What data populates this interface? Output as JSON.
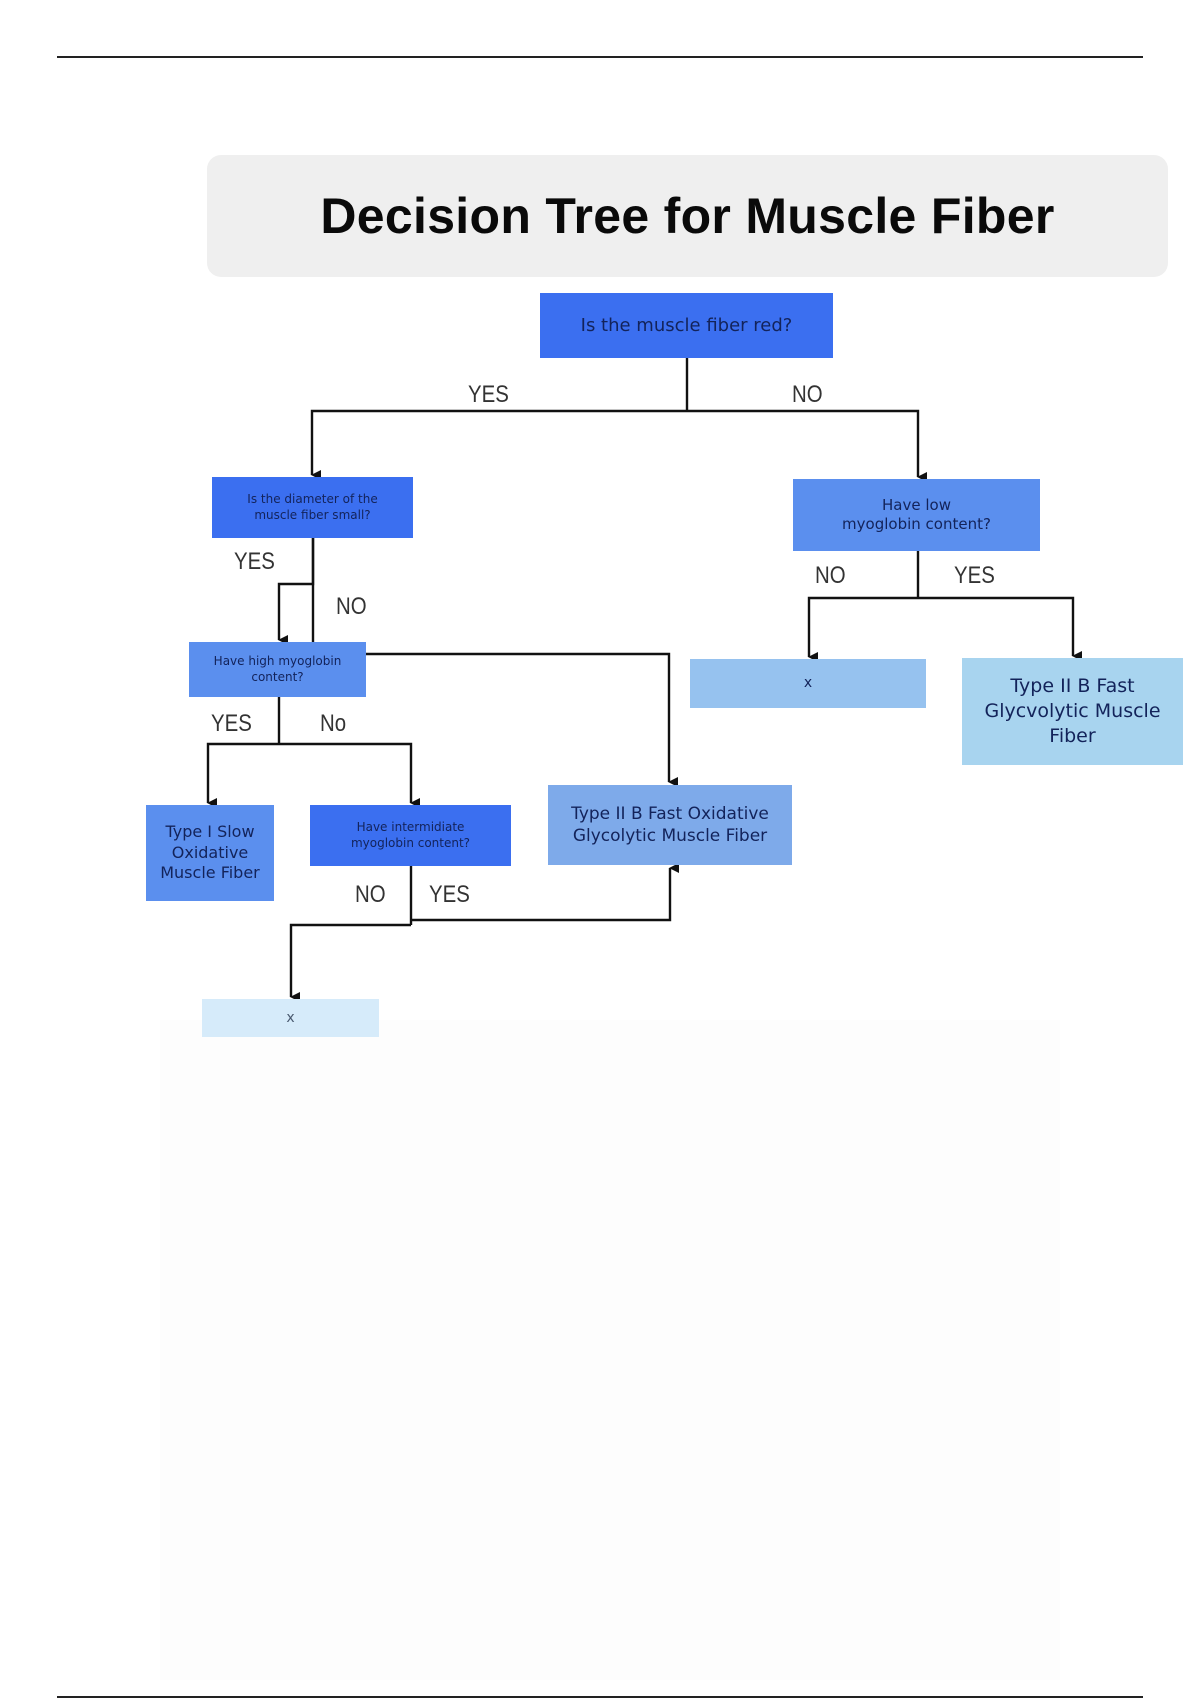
{
  "title": "Decision Tree for Muscle Fiber",
  "nodes": {
    "root": "Is the muscle fiber red?",
    "diameter": "Is the diameter of the muscle fiber small?",
    "low_myoglobin": "Have low myoglobin content?",
    "high_myoglobin": "Have high myoglobin content?",
    "intermediate_myoglobin": "Have intermidiate myoglobin content?",
    "type_i_so": "Type I Slow Oxidative Muscle Fiber",
    "type_iib_fog": "Type II B Fast Oxidative Glycolytic Muscle Fiber",
    "type_iib_fg": "Type II B Fast Glycvolytic Muscle Fiber",
    "x_right": "x",
    "x_bottom": "x"
  },
  "branches": {
    "root_yes": "YES",
    "root_no": "NO",
    "diameter_yes": "YES",
    "diameter_no": "NO",
    "low_no": "NO",
    "low_yes": "YES",
    "high_yes": "YES",
    "high_no": "No",
    "intermediate_no": "NO",
    "intermediate_yes": "YES"
  },
  "colors": {
    "node_dark": "#3b6ff0",
    "node_mid": "#5b8fee",
    "node_light": "#7eaaea",
    "node_pale": "#96c2ef",
    "node_sky": "#a8d4ef",
    "node_ice": "#d6ebfa",
    "title_panel": "#efefef",
    "connector": "#111111"
  }
}
